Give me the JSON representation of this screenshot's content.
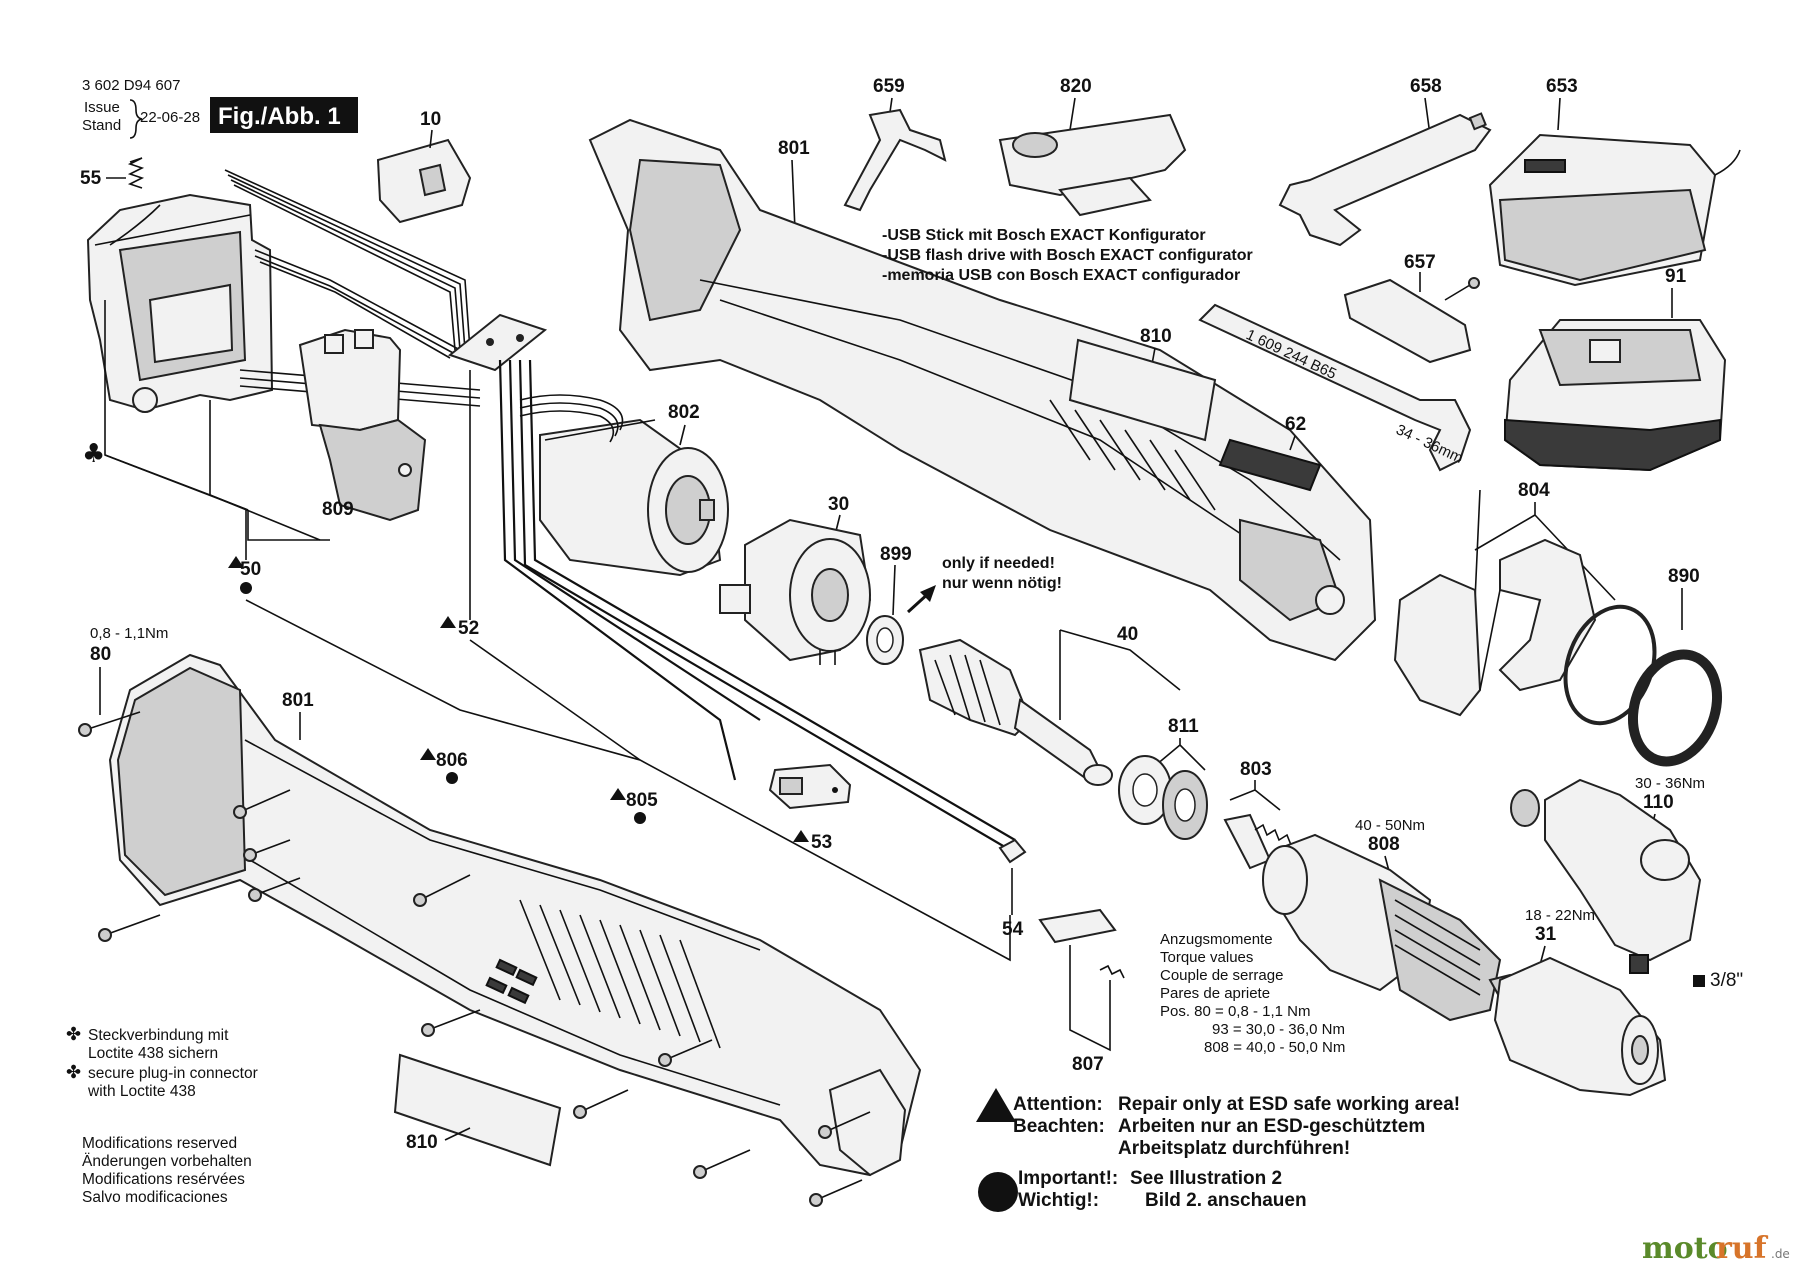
{
  "header": {
    "doc_number": "3 602 D94 607",
    "issue_label": "Issue",
    "stand_label": "Stand",
    "date": "22-06-28",
    "fig_label": "Fig./Abb. 1"
  },
  "usb_note": {
    "line1": "-USB Stick mit Bosch EXACT Konfigurator",
    "line2": "-USB flash drive with Bosch EXACT configurator",
    "line3": "-memoria USB con Bosch EXACT configurador"
  },
  "only_if_needed": {
    "line1": "only if needed!",
    "line2": "nur wenn nötig!"
  },
  "wrench_text": {
    "part_no": "1 609 244 B65",
    "size": "34 - 36mm"
  },
  "parts": {
    "p10": "10",
    "p55": "55",
    "p809": "809",
    "p50": "50",
    "p52": "52",
    "p801a": "801",
    "p659": "659",
    "p820": "820",
    "p658": "658",
    "p653": "653",
    "p657": "657",
    "p91": "91",
    "p810a": "810",
    "p62": "62",
    "p802": "802",
    "p30": "30",
    "p899": "899",
    "p40": "40",
    "p804": "804",
    "p890": "890",
    "p811": "811",
    "p803": "803",
    "p808": "808",
    "p110": "110",
    "p31": "31",
    "p80": "80",
    "p801b": "801",
    "p806": "806",
    "p805": "805",
    "p53": "53",
    "p54": "54",
    "p807": "807",
    "p810b": "810"
  },
  "torque_labels": {
    "t80": "0,8 - 1,1Nm",
    "t808": "40 - 50Nm",
    "t110": "30 - 36Nm",
    "t31": "18 - 22Nm"
  },
  "square_drive": "3/8\"",
  "torque_table": {
    "line1": "Anzugsmomente",
    "line2": "Torque values",
    "line3": "Couple de serrage",
    "line4": "Pares de apriete",
    "row1": "Pos. 80 =   0,8 -   1,1 Nm",
    "row2": "93 = 30,0 - 36,0 Nm",
    "row3": "808 = 40,0 - 50,0 Nm"
  },
  "loctite_note": {
    "de1": "Steckverbindung mit",
    "de2": "Loctite 438 sichern",
    "en1": "secure plug-in connector",
    "en2": "with Loctite 438"
  },
  "modifications": {
    "en": "Modifications reserved",
    "de": "Änderungen vorbehalten",
    "fr": "Modifications resérvées",
    "es": "Salvo modificaciones"
  },
  "warnings": {
    "attention_label": "Attention:",
    "attention_text": "Repair only at ESD safe working area!",
    "beachten_label": "Beachten:",
    "beachten_text1": "Arbeiten nur an ESD-geschütztem",
    "beachten_text2": "Arbeitsplatz durchführen!",
    "important_label": "Important!:",
    "important_text": "See Illustration 2",
    "wichtig_label": "Wichtig!:",
    "wichtig_text": "Bild 2. anschauen"
  },
  "logo": {
    "part1": "moto",
    "part2": "ruf",
    "suffix": ".de"
  }
}
